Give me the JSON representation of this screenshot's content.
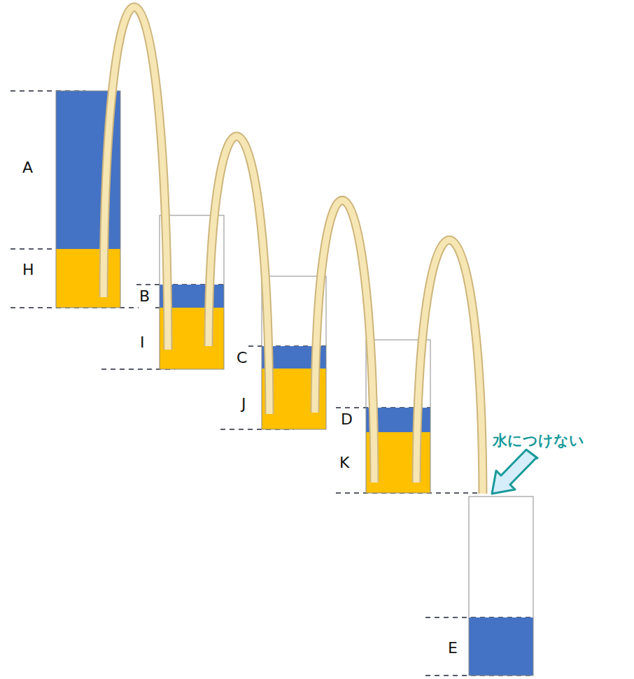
{
  "diagram": {
    "labels": [
      "A",
      "H",
      "B",
      "I",
      "C",
      "J",
      "D",
      "K",
      "E",
      "水につけない"
    ]
  }
}
